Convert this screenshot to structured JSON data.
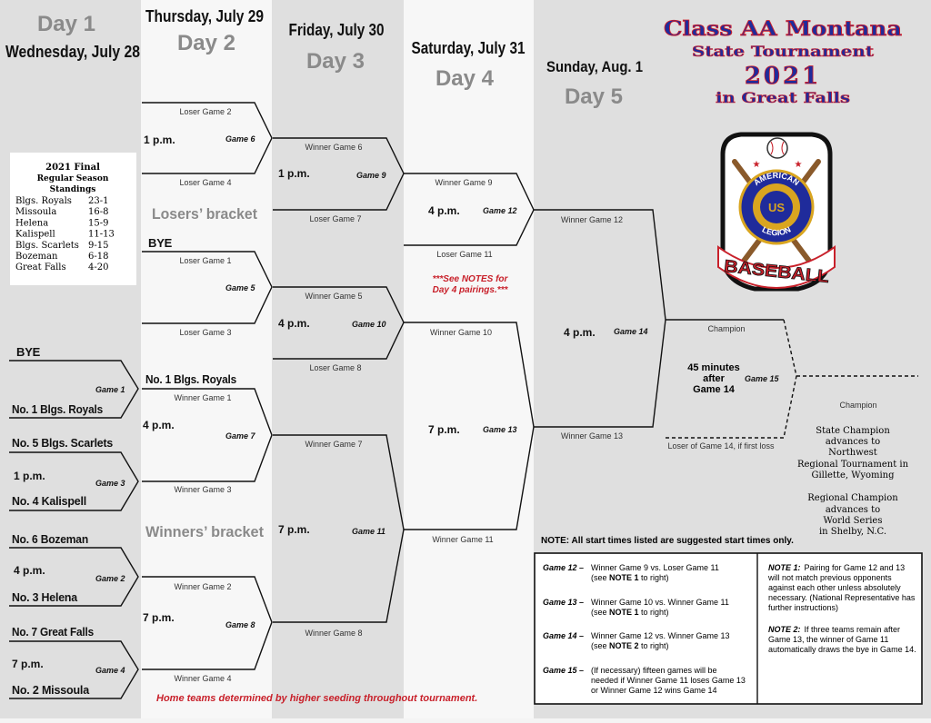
{
  "colors": {
    "col_gray": "#dfdfdf",
    "col_light": "#f7f7f7",
    "title_blue": "#1f2b9b",
    "title_red": "#d42029",
    "alert_red": "#c8202a",
    "line": "#111111"
  },
  "title": {
    "line1": "Class AA Montana",
    "line2": "State Tournament",
    "line3": "2021",
    "line4": "in Great Falls"
  },
  "logo": {
    "ring_top": "AMERICAN",
    "ring_bottom": "LEGION",
    "center": "US",
    "banner": "BASEBALL",
    "icon": "american-legion-baseball-logo"
  },
  "days": [
    {
      "num": "Day 1",
      "date": "Wednesday, July 28"
    },
    {
      "num": "Day 2",
      "date": "Thursday, July 29"
    },
    {
      "num": "Day 3",
      "date": "Friday, July 30"
    },
    {
      "num": "Day 4",
      "date": "Saturday, July 31"
    },
    {
      "num": "Day 5",
      "date": "Sunday, Aug. 1"
    }
  ],
  "standings": {
    "title1": "2021 Final",
    "title2": "Regular Season",
    "title3": "Standings",
    "rows": [
      {
        "team": "Blgs. Royals",
        "record": "23-1"
      },
      {
        "team": "Missoula",
        "record": "16-8"
      },
      {
        "team": "Helena",
        "record": "15-9"
      },
      {
        "team": "Kalispell",
        "record": "11-13"
      },
      {
        "team": "Blgs. Scarlets",
        "record": "9-15"
      },
      {
        "team": "Bozeman",
        "record": "6-18"
      },
      {
        "team": "Great Falls",
        "record": "4-20"
      }
    ]
  },
  "bracket": {
    "losers_title": "Losers’ bracket",
    "winners_title": "Winners’ bracket",
    "notes_alert_1": "***See NOTES for",
    "notes_alert_2": "Day 4 pairings.***",
    "home_note": "Home teams determined by higher seeding throughout tournament.",
    "start_note": "NOTE: All start times listed are suggested start times only."
  },
  "day1": {
    "game1": {
      "top": "BYE",
      "bottom": "No. 1 Blgs. Royals",
      "game": "Game 1"
    },
    "game3": {
      "top": "No. 5 Blgs. Scarlets",
      "bottom": "No. 4 Kalispell",
      "time": "1 p.m.",
      "game": "Game 3"
    },
    "game2": {
      "top": "No. 6 Bozeman",
      "bottom": "No. 3 Helena",
      "time": "4 p.m.",
      "game": "Game 2"
    },
    "game4": {
      "top": "No. 7 Great Falls",
      "bottom": "No. 2 Missoula",
      "time": "7 p.m.",
      "game": "Game 4"
    }
  },
  "day2": {
    "game6": {
      "top": "Loser Game 2",
      "bottom": "Loser Game 4",
      "time": "1 p.m.",
      "game": "Game 6"
    },
    "game5": {
      "top_team": "BYE",
      "top": "Loser Game 1",
      "bottom": "Loser Game 3",
      "game": "Game 5"
    },
    "game7": {
      "top_team": "No. 1 Blgs. Royals",
      "top": "Winner Game 1",
      "bottom": "Winner Game 3",
      "time": "4 p.m.",
      "game": "Game 7"
    },
    "game8": {
      "top": "Winner Game 2",
      "bottom": "Winner Game 4",
      "time": "7 p.m.",
      "game": "Game 8"
    }
  },
  "day3": {
    "game9": {
      "top": "Winner Game 6",
      "bottom": "Loser Game 7",
      "time": "1 p.m.",
      "game": "Game 9"
    },
    "game10": {
      "top": "Winner Game 5",
      "bottom": "Loser Game 8",
      "time": "4 p.m.",
      "game": "Game 10"
    },
    "game11": {
      "top": "Winner Game 7",
      "bottom": "Winner Game 8",
      "time": "7 p.m.",
      "game": "Game 11"
    }
  },
  "day4": {
    "game12": {
      "top": "Winner Game 9",
      "bottom": "Loser Game 11",
      "time": "4 p.m.",
      "game": "Game 12"
    },
    "game13": {
      "top": "Winner Game 10",
      "bottom": "Winner Game 11",
      "time": "7 p.m.",
      "game": "Game 13"
    }
  },
  "day5": {
    "game14": {
      "top": "Winner Game 12",
      "bottom": "Winner Game 13",
      "time": "4 p.m.",
      "game": "Game 14"
    },
    "game15": {
      "top": "Champion",
      "bottom": "Loser of Game 14, if first loss",
      "time1": "45 minutes",
      "time2": "after",
      "time3": "Game 14",
      "game": "Game 15"
    },
    "champion": "Champion",
    "state_1": "State Champion",
    "state_2": "advances to",
    "state_3": "Northwest",
    "state_4": "Regional Tournament in",
    "state_5": "Gillette, Wyoming",
    "region_1": "Regional Champion",
    "region_2": "advances to",
    "region_3": "World Series",
    "region_4": "in Shelby, N.C."
  },
  "notes": {
    "pairings": [
      {
        "game": "Game 12 –",
        "l1": "Winner Game 9 vs. Loser Game 11",
        "l2a": "(see ",
        "l2b": "NOTE 1",
        "l2c": " to right)"
      },
      {
        "game": "Game 13 –",
        "l1": "Winner Game 10 vs. Winner Game 11",
        "l2a": "(see ",
        "l2b": "NOTE 1",
        "l2c": " to right)"
      },
      {
        "game": "Game 14 –",
        "l1": "Winner Game 12 vs. Winner Game 13",
        "l2a": "(see ",
        "l2b": "NOTE 2",
        "l2c": " to right)"
      },
      {
        "game": "Game 15 –",
        "l1": "(If necessary) fifteen games will be",
        "l2a": "needed if Winner Game 11 loses Game 13",
        "l2b": "",
        "l2c": "",
        "l3": "or Winner Game 12 wins Game 14"
      }
    ],
    "note1_head": "NOTE 1:",
    "note1": [
      "Pairing for Game 12 and 13",
      "will not match previous opponents",
      "against each other unless absolutely",
      "necessary. (National Representative has",
      "further instructions)"
    ],
    "note2_head": "NOTE 2:",
    "note2": [
      "If three teams remain after",
      "Game 13, the winner of Game 11",
      "automatically draws the bye in Game 14."
    ]
  }
}
